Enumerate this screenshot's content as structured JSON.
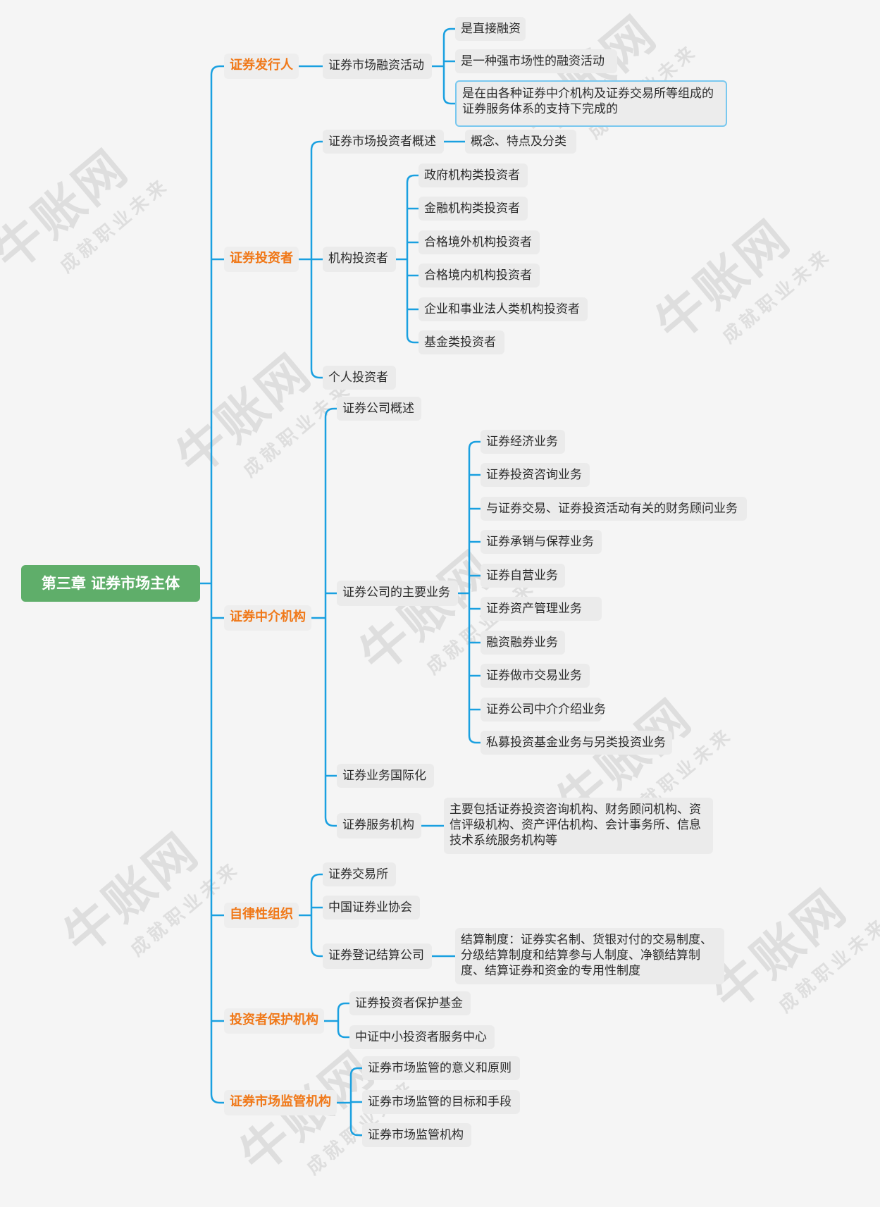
{
  "root": "第三章 证券市场主体",
  "watermark": {
    "brand": "牛账网",
    "slogan": "成就职业未来"
  },
  "colors": {
    "line": "#1aa0e0",
    "root_bg": "#5fae6a",
    "category_text": "#f07818",
    "node_bg": "#ebebeb",
    "highlight_border": "#79c8ef"
  },
  "categories": [
    {
      "label": "证券发行人",
      "children": [
        {
          "label": "证券市场融资活动",
          "children": [
            {
              "label": "是直接融资"
            },
            {
              "label": "是一种强市场性的融资活动"
            },
            {
              "label": "是在由各种证券中介机构及证券交易所等组成的证券服务体系的支持下完成的"
            }
          ]
        }
      ]
    },
    {
      "label": "证券投资者",
      "children": [
        {
          "label": "证券市场投资者概述",
          "children": [
            {
              "label": "概念、特点及分类"
            }
          ]
        },
        {
          "label": "机构投资者",
          "children": [
            {
              "label": "政府机构类投资者"
            },
            {
              "label": "金融机构类投资者"
            },
            {
              "label": "合格境外机构投资者"
            },
            {
              "label": "合格境内机构投资者"
            },
            {
              "label": "企业和事业法人类机构投资者"
            },
            {
              "label": "基金类投资者"
            }
          ]
        },
        {
          "label": "个人投资者"
        }
      ]
    },
    {
      "label": "证券中介机构",
      "children": [
        {
          "label": "证券公司概述"
        },
        {
          "label": "证券公司的主要业务",
          "children": [
            {
              "label": "证券经济业务"
            },
            {
              "label": "证券投资咨询业务"
            },
            {
              "label": "与证券交易、证券投资活动有关的财务顾问业务"
            },
            {
              "label": "证券承销与保荐业务"
            },
            {
              "label": "证券自营业务"
            },
            {
              "label": "证券资产管理业务"
            },
            {
              "label": "融资融券业务"
            },
            {
              "label": "证券做市交易业务"
            },
            {
              "label": "证券公司中介介绍业务"
            },
            {
              "label": "私募投资基金业务与另类投资业务"
            }
          ]
        },
        {
          "label": "证券业务国际化"
        },
        {
          "label": "证券服务机构",
          "children": [
            {
              "label": "主要包括证券投资咨询机构、财务顾问机构、资信评级机构、资产评估机构、会计事务所、信息技术系统服务机构等"
            }
          ]
        }
      ]
    },
    {
      "label": "自律性组织",
      "children": [
        {
          "label": "证券交易所"
        },
        {
          "label": "中国证券业协会"
        },
        {
          "label": "证券登记结算公司",
          "children": [
            {
              "label": "结算制度：证券实名制、货银对付的交易制度、分级结算制度和结算参与人制度、净额结算制度、结算证券和资金的专用性制度"
            }
          ]
        }
      ]
    },
    {
      "label": "投资者保护机构",
      "children": [
        {
          "label": "证券投资者保护基金"
        },
        {
          "label": "中证中小投资者服务中心"
        }
      ]
    },
    {
      "label": "证券市场监管机构",
      "children": [
        {
          "label": "证券市场监管的意义和原则"
        },
        {
          "label": "证券市场监管的目标和手段"
        },
        {
          "label": "证券市场监管机构"
        }
      ]
    }
  ]
}
